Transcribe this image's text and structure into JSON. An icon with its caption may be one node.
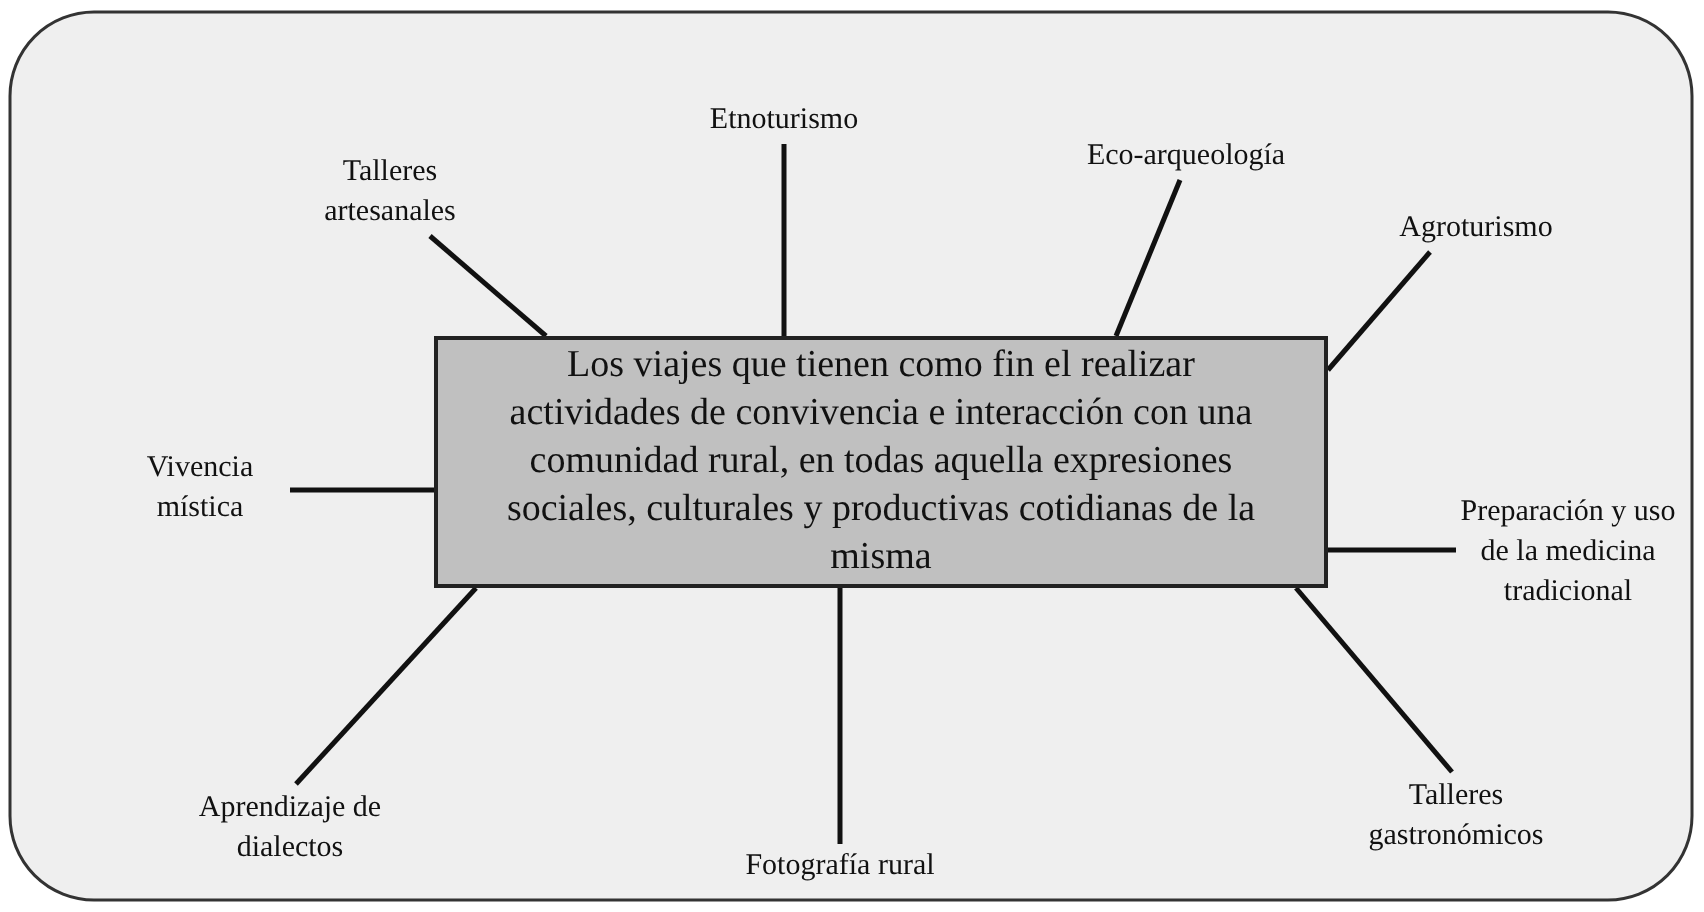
{
  "diagram": {
    "nodes": [
      {
        "text": [
          "Los viajes que tienen como fin el realizar actividades de convivencia e interacción con una comunidad rural, en todas aquella expresiones sociales, culturales y productivas cotidianas de la misma"
        ]
      },
      {
        "text": [
          "Etnoturismo"
        ]
      },
      {
        "text": [
          "Talleres artesanales"
        ]
      },
      {
        "text": [
          "Eco-arqueología"
        ]
      },
      {
        "text": [
          "Agroturismo"
        ]
      },
      {
        "text": [
          "Vivencia mística"
        ]
      },
      {
        "text": [
          "Preparación y uso de la medicina tradicional"
        ]
      },
      {
        "text": [
          "Aprendizaje de dialectos"
        ]
      },
      {
        "text": [
          "Fotografía rural"
        ]
      },
      {
        "text": [
          "Talleres gastronómicos"
        ]
      }
    ],
    "edges": [
      {
        "from": 0,
        "to": 1,
        "arrow": "none"
      },
      {
        "from": 0,
        "to": 2,
        "arrow": "none"
      },
      {
        "from": 0,
        "to": 3,
        "arrow": "none"
      },
      {
        "from": 0,
        "to": 4,
        "arrow": "none"
      },
      {
        "from": 0,
        "to": 5,
        "arrow": "none"
      },
      {
        "from": 0,
        "to": 6,
        "arrow": "none"
      },
      {
        "from": 0,
        "to": 7,
        "arrow": "none"
      },
      {
        "from": 0,
        "to": 8,
        "arrow": "none"
      },
      {
        "from": 0,
        "to": 9,
        "arrow": "none"
      }
    ]
  }
}
